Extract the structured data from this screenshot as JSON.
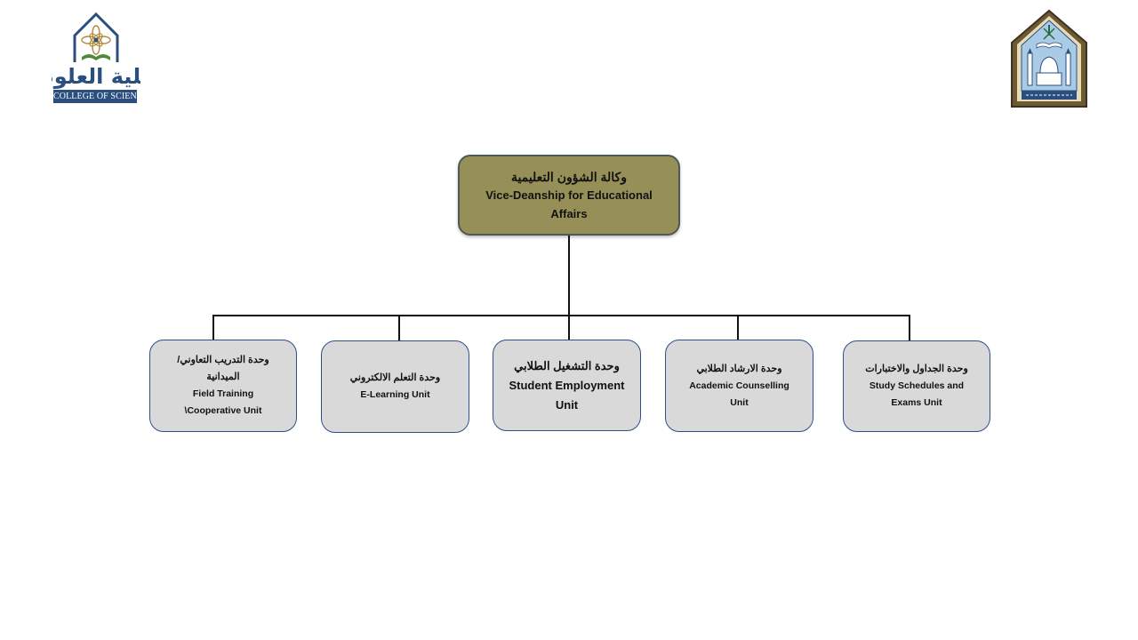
{
  "logos": {
    "left": {
      "arabic_text": "كلية العلوم",
      "english_text": "COLLEGE OF SCIENCE",
      "name": "college-of-science-logo"
    },
    "right": {
      "name": "university-emblem-logo"
    }
  },
  "org_chart": {
    "root": {
      "ar": "وكالة الشؤون التعليمية",
      "en": "Vice-Deanship for Educational Affairs"
    },
    "units": [
      {
        "ar_line1": "وحدة التدريب التعاوني/",
        "ar_line2": "الميدانية",
        "en_line1": "Field Training",
        "en_line2": "\\Cooperative Unit"
      },
      {
        "ar_line1": "وحدة التعلم الالكتروني",
        "en_line1": "E-Learning Unit"
      },
      {
        "ar_line1": "وحدة التشغيل الطلابي",
        "en_line1": "Student Employment",
        "en_line2": "Unit"
      },
      {
        "ar_line1": "وحدة الارشاد الطلابي",
        "en_line1": "Academic Counselling",
        "en_line2": "Unit"
      },
      {
        "ar_line1": "وحدة الجداول والاختبارات",
        "en_line1": "Study Schedules  and",
        "en_line2": "Exams Unit"
      }
    ]
  },
  "colors": {
    "root_fill": "#969058",
    "root_border": "#4e5a55",
    "unit_fill": "#d9d9d9",
    "unit_border": "#2f4f8a",
    "connector": "#111111",
    "logo_blue": "#2a4f7f"
  }
}
